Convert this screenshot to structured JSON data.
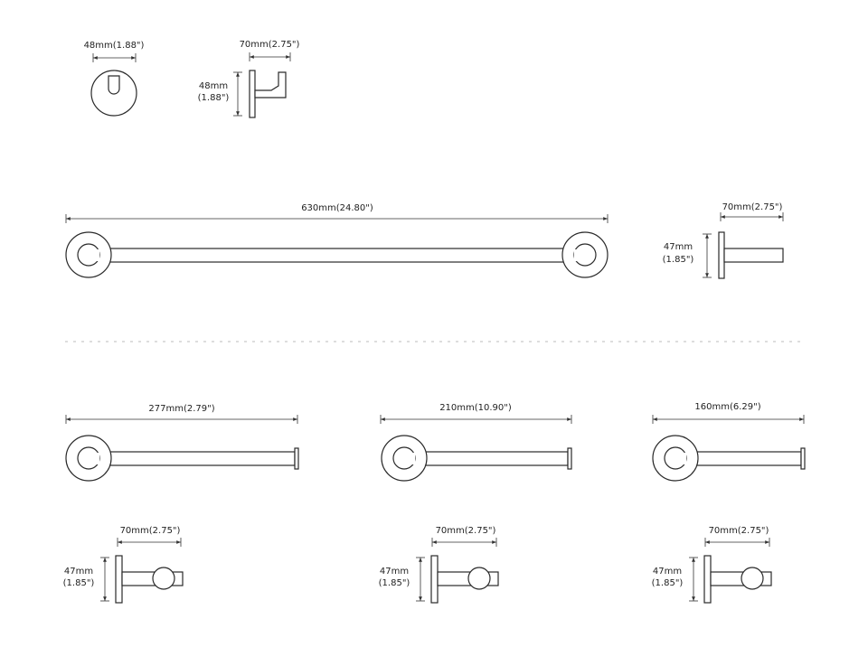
{
  "robe_hook": {
    "front_width": "48mm(1.88\")",
    "side_depth": "70mm(2.75\")",
    "side_height_mm": "48mm",
    "side_height_in": "(1.88\")"
  },
  "towel_bar_630": {
    "length": "630mm(24.80\")",
    "side_depth": "70mm(2.75\")",
    "side_height_mm": "47mm",
    "side_height_in": "(1.85\")"
  },
  "towel_bar_277": {
    "length": "277mm(2.79\")",
    "side_depth": "70mm(2.75\")",
    "side_height_mm": "47mm",
    "side_height_in": "(1.85\")"
  },
  "towel_bar_210": {
    "length": "210mm(10.90\")",
    "side_depth": "70mm(2.75\")",
    "side_height_mm": "47mm",
    "side_height_in": "(1.85\")"
  },
  "towel_bar_160": {
    "length": "160mm(6.29\")",
    "side_depth": "70mm(2.75\")",
    "side_height_mm": "47mm",
    "side_height_in": "(1.85\")"
  },
  "colors": {
    "line": "#2a2a2a",
    "divider": "#bbbbbb",
    "background": "#ffffff"
  }
}
